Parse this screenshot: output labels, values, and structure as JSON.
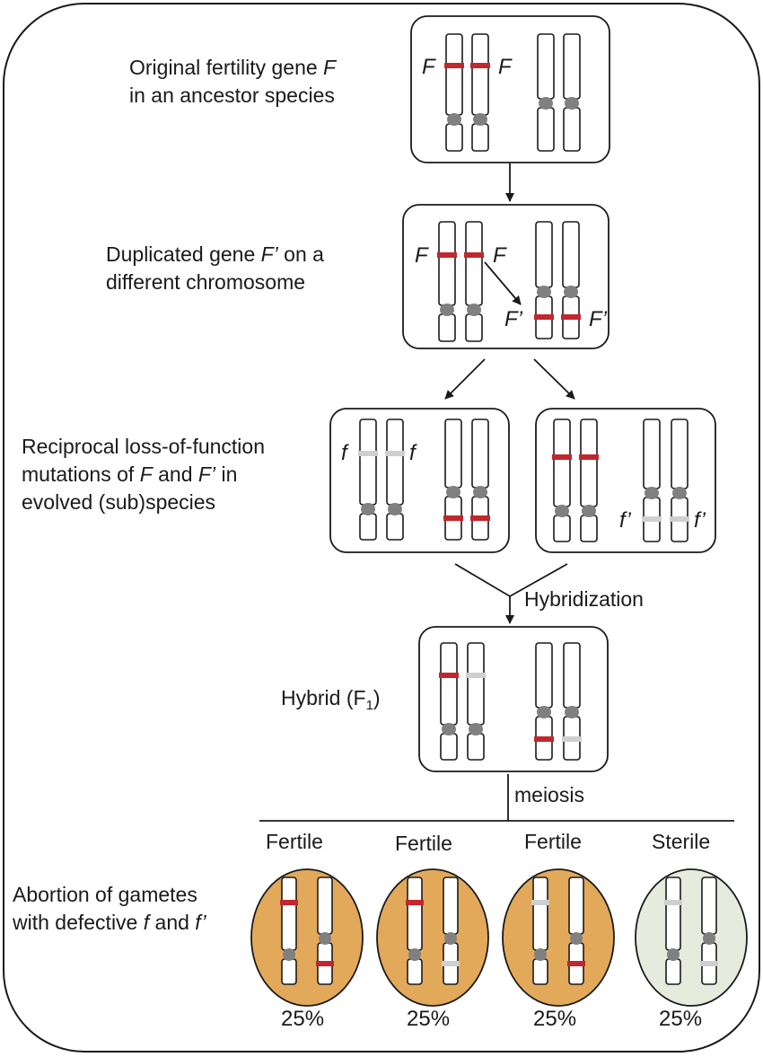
{
  "labels": {
    "original": {
      "line1_a": "Original fertility gene ",
      "line1_gene": "F",
      "line2": "in an ancestor species"
    },
    "duplicated": {
      "line1_a": "Duplicated gene ",
      "line1_gene": "F’",
      "line1_b": " on a",
      "line2": "different chromosome"
    },
    "reciprocal": {
      "line1": "Reciprocal loss-of-function",
      "line2_a": "mutations of ",
      "line2_g1": "F",
      "line2_and": " and ",
      "line2_g2": "F’",
      "line2_b": " in",
      "line3": "evolved (sub)species"
    },
    "hybrid": {
      "prefix": "Hybrid (F",
      "subscript": "1",
      "suffix": ")"
    },
    "abortion": {
      "line1": "Abortion of gametes",
      "line2_a": "with defective ",
      "line2_g1": "f",
      "line2_and": " and ",
      "line2_g2": "f’"
    }
  },
  "gene_labels": {
    "F": "F",
    "F_prime": "F’",
    "f": "f",
    "f_prime": "f’"
  },
  "arrows": {
    "hybridization": "Hybridization",
    "meiosis": "meiosis"
  },
  "outcomes": [
    {
      "label": "Fertile",
      "percent": "25%",
      "status": "fertile"
    },
    {
      "label": "Fertile",
      "percent": "25%",
      "status": "fertile"
    },
    {
      "label": "Fertile",
      "percent": "25%",
      "status": "fertile"
    },
    {
      "label": "Sterile",
      "percent": "25%",
      "status": "sterile"
    }
  ],
  "colors": {
    "functional_gene": "#c1272d",
    "defective_gene": "#cfcfcf",
    "centromere": "#808080",
    "fertile_gamete": "#e2a95b",
    "sterile_gamete": "#e6ebde",
    "outline": "#1a1a1a"
  }
}
